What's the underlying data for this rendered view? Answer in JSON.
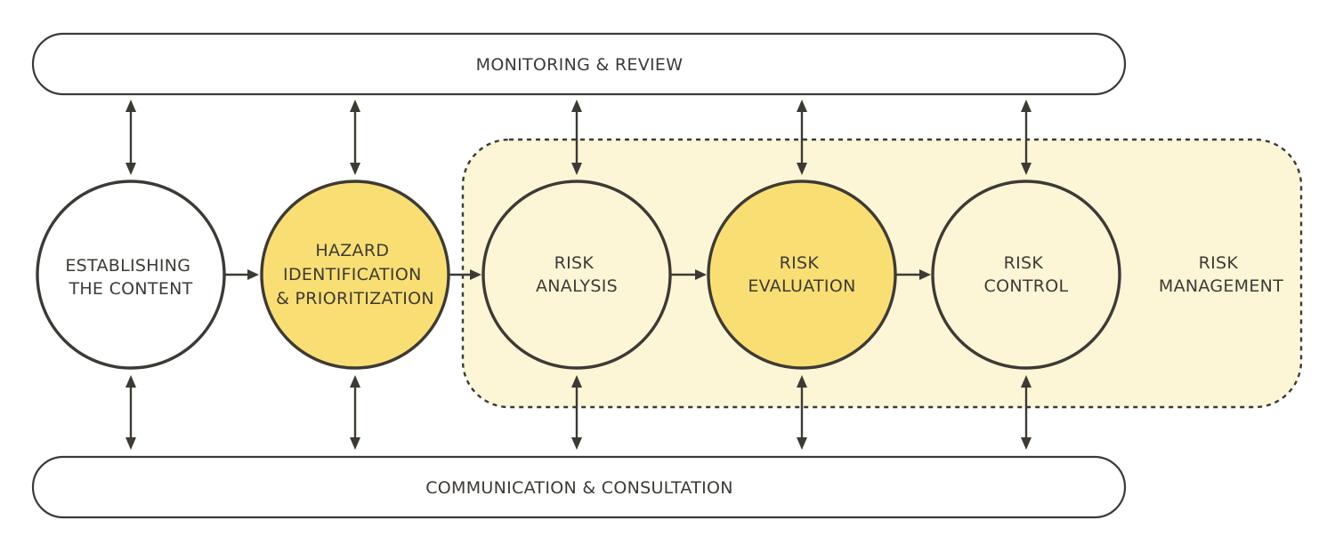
{
  "top_bar": {
    "label": "MONITORING & REVIEW"
  },
  "bottom_bar": {
    "label": "COMMUNICATION & CONSULTATION"
  },
  "zone": {
    "label_lines": [
      "RISK",
      "MANAGEMENT"
    ]
  },
  "nodes": [
    {
      "id": "establishing",
      "lines": [
        "ESTABLISHING",
        "THE CONTENT"
      ]
    },
    {
      "id": "hazard",
      "lines": [
        "HAZARD",
        "IDENTIFICATION",
        "& PRIORITIZATION"
      ]
    },
    {
      "id": "analysis",
      "lines": [
        "RISK",
        "ANALYSIS"
      ]
    },
    {
      "id": "evaluation",
      "lines": [
        "RISK",
        "EVALUATION"
      ]
    },
    {
      "id": "control",
      "lines": [
        "RISK",
        "CONTROL"
      ]
    }
  ],
  "colors": {
    "outline": "#3d3a36",
    "white_node": "#ffffff",
    "highlight_node": "#f9df73",
    "pale_node": "#fdf6d6",
    "zone_fill": "#fdf6d6"
  }
}
